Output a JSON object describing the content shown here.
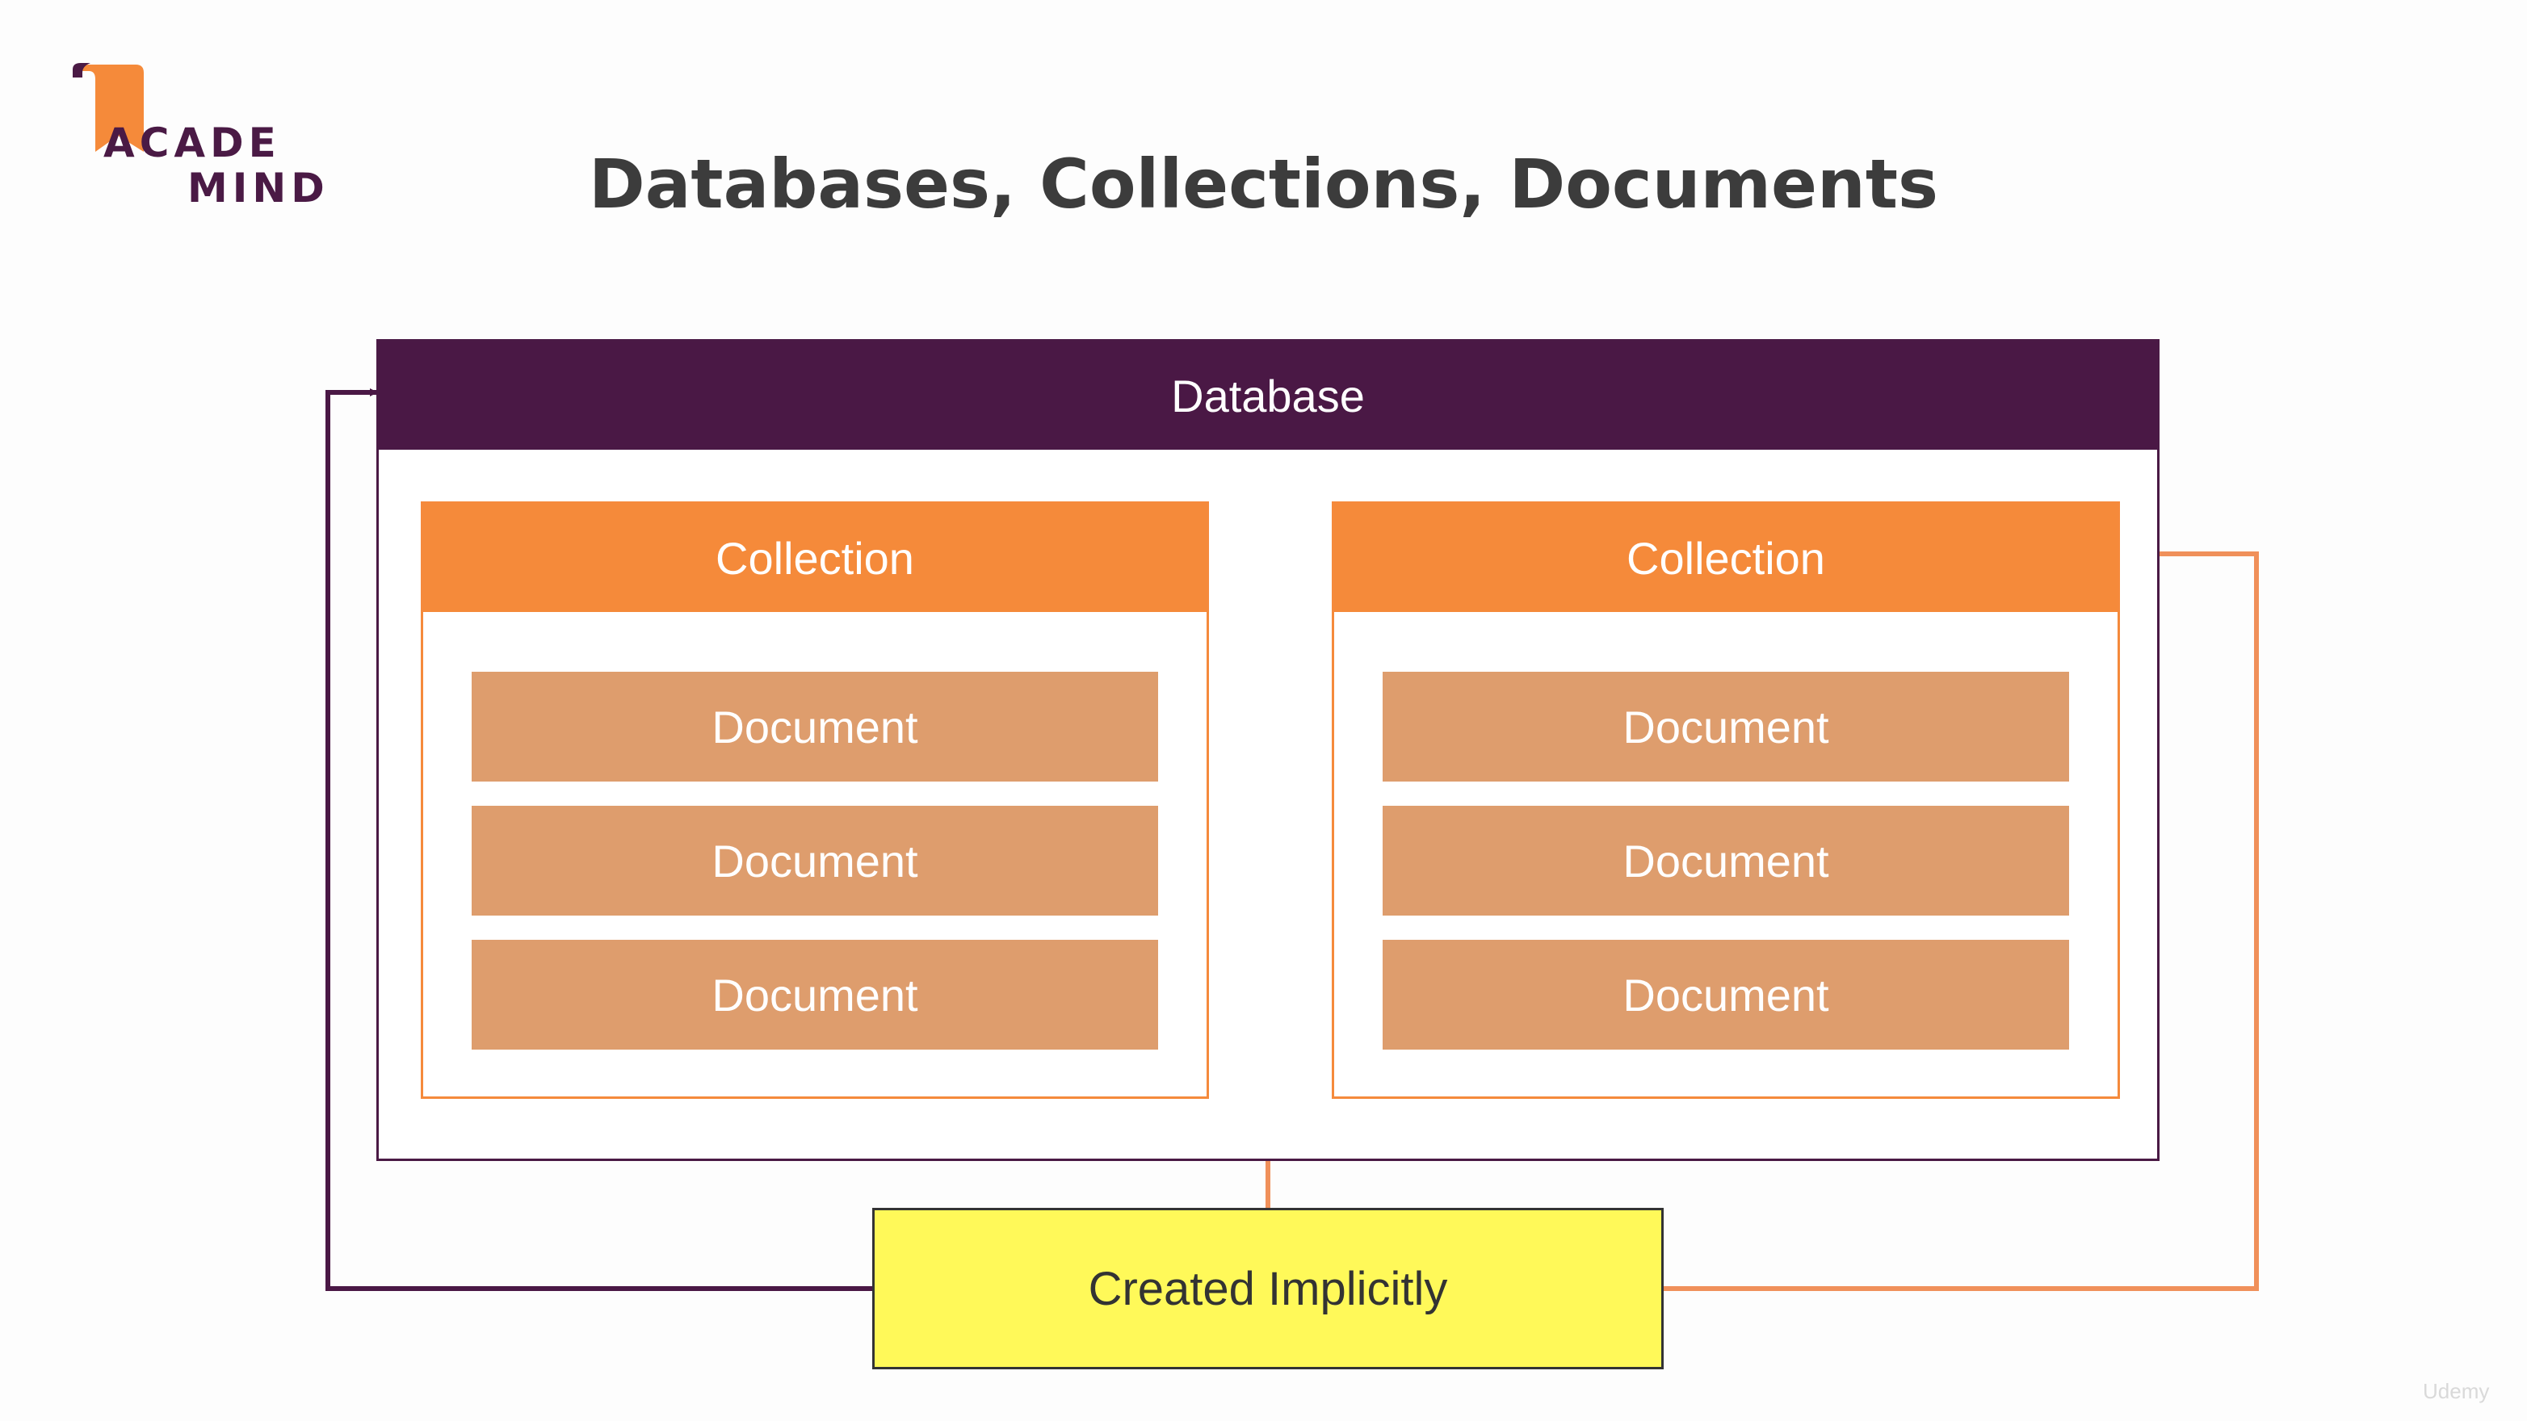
{
  "logo": {
    "line1": "ACADE",
    "line2": "MIND",
    "color": "#4a1a45",
    "accent_color": "#f58a3a"
  },
  "title": "Databases, Collections, Documents",
  "database": {
    "label": "Database",
    "color": "#4a1845"
  },
  "collections": [
    {
      "label": "Collection",
      "documents": [
        "Document",
        "Document",
        "Document"
      ]
    },
    {
      "label": "Collection",
      "documents": [
        "Document",
        "Document",
        "Document"
      ]
    }
  ],
  "colors": {
    "collection": "#f58a3a",
    "document": "#de9d6d",
    "implicit": "#fff959"
  },
  "implicit_label": "Created Implicitly",
  "watermark": "Udemy"
}
